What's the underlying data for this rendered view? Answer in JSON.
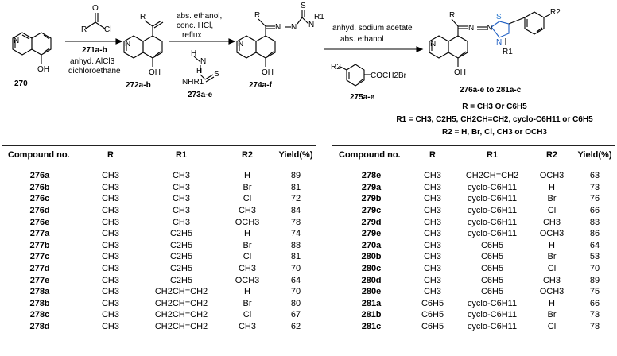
{
  "scheme": {
    "reagents_1": [
      "271a-b",
      "anhyd. AlCl3",
      "dichloroethane"
    ],
    "reagents_2": [
      "abs. ethanol,",
      "conc. HCl,",
      "reflux",
      "273a-e"
    ],
    "reagents_3": [
      "anhyd. sodium acetate",
      "abs. ethanol",
      "275a-e"
    ],
    "compound_labels": [
      "270",
      "272a-b",
      "274a-f",
      "276a-e to 281a-c"
    ],
    "atom_labels": [
      "O",
      "Cl",
      "R",
      "OH",
      "N",
      "S",
      "H",
      "NHR1",
      "COCH2Br",
      "R2",
      "R1"
    ],
    "substituent_definitions": [
      "R = CH3 Or C6H5",
      "R1 = CH3, C2H5, CH2CH=CH2, cyclo-C6H11 or C6H5",
      "R2 = H, Br, Cl, CH3 or OCH3"
    ]
  },
  "table": {
    "headers": [
      "Compound no.",
      "R",
      "R1",
      "R2",
      "Yield(%)"
    ],
    "left_rows": [
      [
        "276a",
        "CH3",
        "CH3",
        "H",
        "89"
      ],
      [
        "276b",
        "CH3",
        "CH3",
        "Br",
        "81"
      ],
      [
        "276c",
        "CH3",
        "CH3",
        "Cl",
        "72"
      ],
      [
        "276d",
        "CH3",
        "CH3",
        "CH3",
        "84"
      ],
      [
        "276e",
        "CH3",
        "CH3",
        "OCH3",
        "78"
      ],
      [
        "277a",
        "CH3",
        "C2H5",
        "H",
        "74"
      ],
      [
        "277b",
        "CH3",
        "C2H5",
        "Br",
        "88"
      ],
      [
        "277c",
        "CH3",
        "C2H5",
        "Cl",
        "81"
      ],
      [
        "277d",
        "CH3",
        "C2H5",
        "CH3",
        "70"
      ],
      [
        "277e",
        "CH3",
        "C2H5",
        "OCH3",
        "64"
      ],
      [
        "278a",
        "CH3",
        "CH2CH=CH2",
        "H",
        "70"
      ],
      [
        "278b",
        "CH3",
        "CH2CH=CH2",
        "Br",
        "80"
      ],
      [
        "278c",
        "CH3",
        "CH2CH=CH2",
        "Cl",
        "67"
      ],
      [
        "278d",
        "CH3",
        "CH2CH=CH2",
        "CH3",
        "62"
      ]
    ],
    "right_rows": [
      [
        "278e",
        "CH3",
        "CH2CH=CH2",
        "OCH3",
        "63"
      ],
      [
        "279a",
        "CH3",
        "cyclo-C6H11",
        "H",
        "73"
      ],
      [
        "279b",
        "CH3",
        "cyclo-C6H11",
        "Br",
        "76"
      ],
      [
        "279c",
        "CH3",
        "cyclo-C6H11",
        "Cl",
        "66"
      ],
      [
        "279d",
        "CH3",
        "cyclo-C6H11",
        "CH3",
        "83"
      ],
      [
        "279e",
        "CH3",
        "cyclo-C6H11",
        "OCH3",
        "86"
      ],
      [
        "270a",
        "CH3",
        "C6H5",
        "H",
        "64"
      ],
      [
        "280b",
        "CH3",
        "C6H5",
        "Br",
        "53"
      ],
      [
        "280c",
        "CH3",
        "C6H5",
        "Cl",
        "70"
      ],
      [
        "280d",
        "CH3",
        "C6H5",
        "CH3",
        "89"
      ],
      [
        "280e",
        "CH3",
        "C6H5",
        "OCH3",
        "75"
      ],
      [
        "281a",
        "C6H5",
        "cyclo-C6H11",
        "H",
        "66"
      ],
      [
        "281b",
        "C6H5",
        "cyclo-C6H11",
        "Br",
        "73"
      ],
      [
        "281c",
        "C6H5",
        "cyclo-C6H11",
        "Cl",
        "78"
      ]
    ]
  },
  "colors": {
    "ink": "#000000",
    "thiazole_S": "#2878d0",
    "thiazole_N": "#1f5fc4",
    "rule": "#222222"
  }
}
